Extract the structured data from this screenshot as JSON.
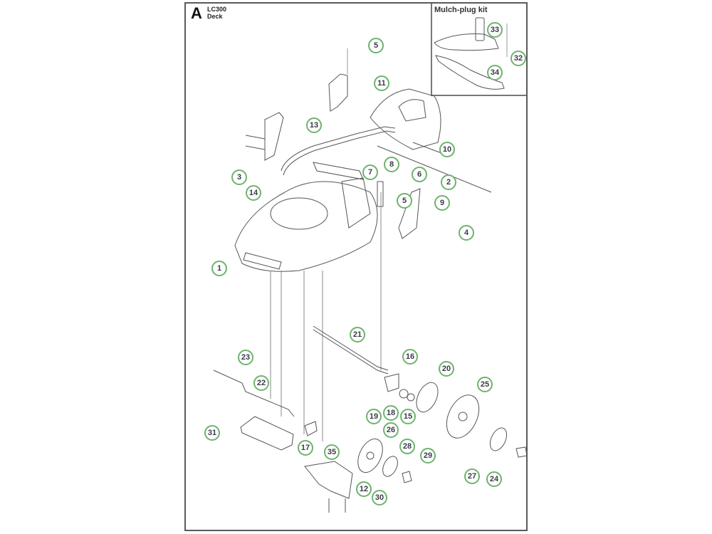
{
  "header": {
    "section_letter": "A",
    "model": "LC300",
    "assembly": "Deck"
  },
  "inset": {
    "title": "Mulch-plug kit"
  },
  "callouts": [
    {
      "id": "c5a",
      "label": "5"
    },
    {
      "id": "c11",
      "label": "11"
    },
    {
      "id": "c13",
      "label": "13"
    },
    {
      "id": "c10",
      "label": "10"
    },
    {
      "id": "c3",
      "label": "3"
    },
    {
      "id": "c14",
      "label": "14"
    },
    {
      "id": "c7",
      "label": "7"
    },
    {
      "id": "c8",
      "label": "8"
    },
    {
      "id": "c6",
      "label": "6"
    },
    {
      "id": "c2",
      "label": "2"
    },
    {
      "id": "c9",
      "label": "9"
    },
    {
      "id": "c5b",
      "label": "5"
    },
    {
      "id": "c4",
      "label": "4"
    },
    {
      "id": "c1",
      "label": "1"
    },
    {
      "id": "c21",
      "label": "21"
    },
    {
      "id": "c16",
      "label": "16"
    },
    {
      "id": "c20",
      "label": "20"
    },
    {
      "id": "c25",
      "label": "25"
    },
    {
      "id": "c23",
      "label": "23"
    },
    {
      "id": "c22",
      "label": "22"
    },
    {
      "id": "c19",
      "label": "19"
    },
    {
      "id": "c18",
      "label": "18"
    },
    {
      "id": "c15",
      "label": "15"
    },
    {
      "id": "c26",
      "label": "26"
    },
    {
      "id": "c31",
      "label": "31"
    },
    {
      "id": "c17",
      "label": "17"
    },
    {
      "id": "c35",
      "label": "35"
    },
    {
      "id": "c28",
      "label": "28"
    },
    {
      "id": "c29",
      "label": "29"
    },
    {
      "id": "c27",
      "label": "27"
    },
    {
      "id": "c24",
      "label": "24"
    },
    {
      "id": "c12",
      "label": "12"
    },
    {
      "id": "c30",
      "label": "30"
    },
    {
      "id": "c33",
      "label": "33"
    },
    {
      "id": "c32",
      "label": "32"
    },
    {
      "id": "c34",
      "label": "34"
    }
  ],
  "colors": {
    "callout_ring": "#6db36d",
    "callout_text": "#3a3a4a",
    "line_art": "#555555",
    "border": "#5a5a5a"
  }
}
